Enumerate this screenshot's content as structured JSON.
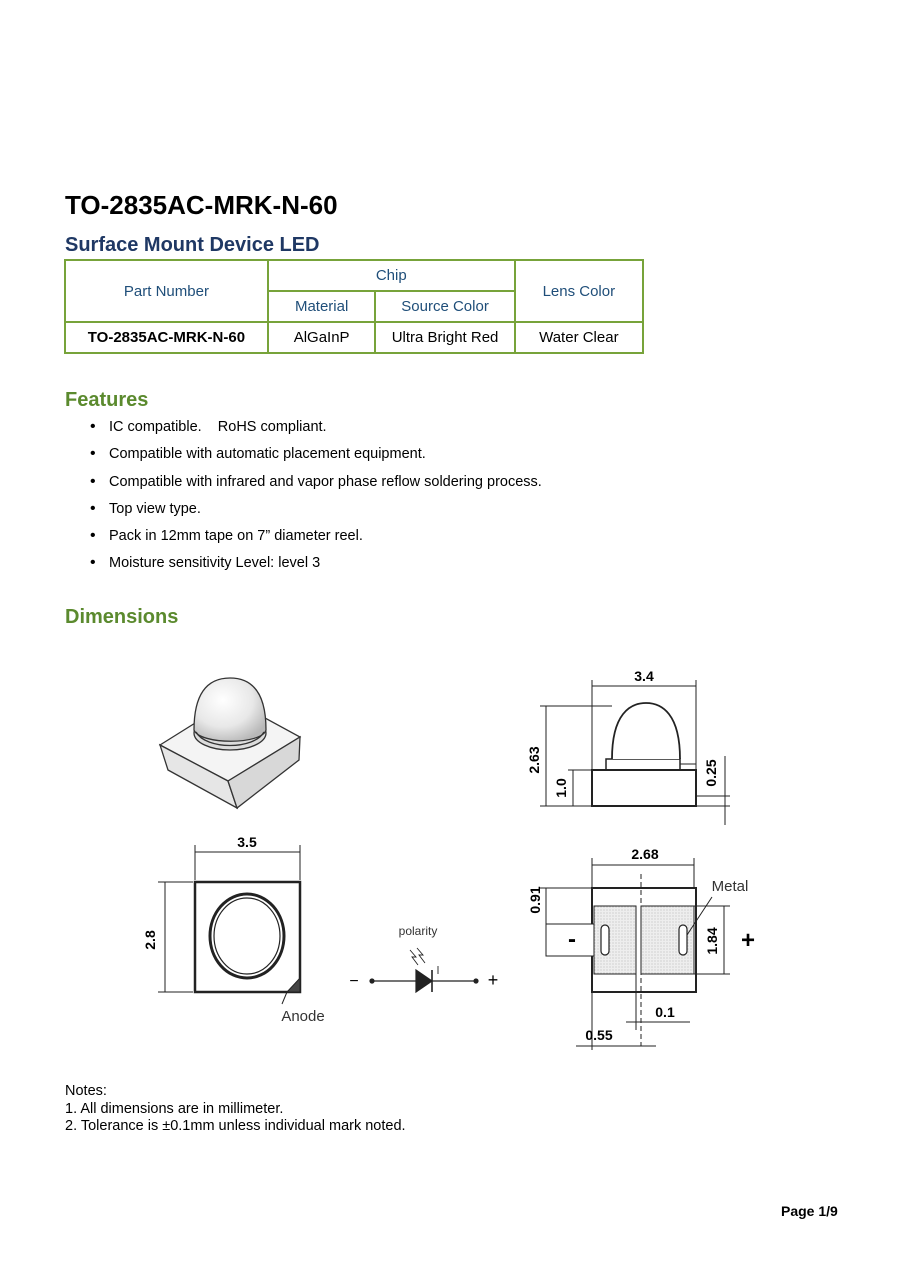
{
  "document": {
    "title": "TO-2835AC-MRK-N-60",
    "subtitle": "Surface Mount Device LED",
    "table": {
      "part_number_header": "Part Number",
      "chip_header": "Chip",
      "material_header": "Material",
      "source_color_header": "Source Color",
      "lens_color_header": "Lens Color",
      "row": {
        "part_number": "TO-2835AC-MRK-N-60",
        "material": "AlGaInP",
        "source_color": "Ultra Bright Red",
        "lens_color": "Water Clear"
      }
    },
    "features": {
      "title": "Features",
      "items": [
        "IC compatible.    RoHS compliant.",
        "Compatible with automatic placement equipment.",
        "Compatible with infrared and vapor phase reflow soldering process.",
        "Top view type.",
        "Pack in 12mm tape on 7” diameter reel.",
        "Moisture sensitivity Level: level 3"
      ]
    },
    "dimensions": {
      "title": "Dimensions",
      "labels": {
        "top_width": "3.5",
        "top_height": "2.8",
        "anode": "Anode",
        "side_width": "3.4",
        "side_total_height": "2.63",
        "side_body_height": "1.0",
        "side_pad_height": "0.25",
        "bottom_width": "2.68",
        "bottom_pad_offset": "0.91",
        "bottom_pad_height": "1.84",
        "metal": "Metal",
        "minus": "-",
        "plus": "+",
        "gap": "0.1",
        "gap_offset": "0.55",
        "polarity": "polarity",
        "polarity_minus": "−",
        "polarity_plus": "+"
      }
    },
    "notes": {
      "heading": "Notes:",
      "items": [
        "1. All dimensions are in millimeter.",
        "2. Tolerance is ±0.1mm unless individual mark noted."
      ]
    },
    "page_number": "Page 1/9"
  }
}
